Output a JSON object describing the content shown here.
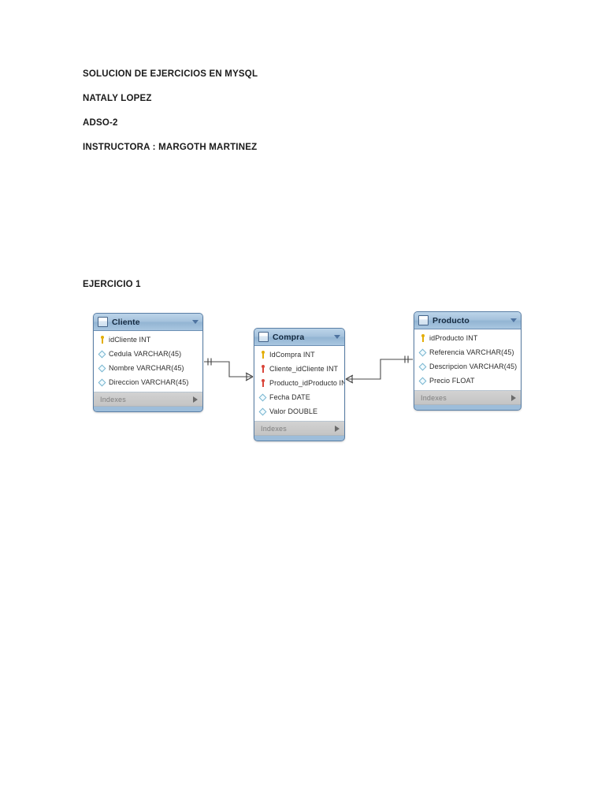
{
  "document": {
    "heading_lines": [
      "SOLUCION DE EJERCICIOS EN MYSQL",
      "NATALY LOPEZ",
      "ADSO-2",
      "INSTRUCTORA : MARGOTH MARTINEZ"
    ],
    "section_title": "EJERCICIO 1"
  },
  "colors": {
    "header_blue": "#a6c3dd",
    "header_border": "#5a7fa6",
    "body_white": "#ffffff",
    "indexes_gray": "#c4c4c4",
    "primary_key_gold": "#e3ae07",
    "foreign_key_red": "#d9463a",
    "column_diamond": "#77b5cf",
    "connector_line": "#4a4a4a"
  },
  "diagram": {
    "type": "eer-diagram",
    "tables": [
      {
        "name": "Cliente",
        "icon": "table-icon",
        "caret": "chevron-down-icon",
        "indexes_label": "Indexes",
        "indexes_arrow": "triangle-right-icon",
        "columns": [
          {
            "label": "idCliente INT",
            "glyph": "primary-key-icon",
            "glyph_color": "gold"
          },
          {
            "label": "Cedula VARCHAR(45)",
            "glyph": "column-icon",
            "glyph_color": "blue"
          },
          {
            "label": "Nombre VARCHAR(45)",
            "glyph": "column-icon",
            "glyph_color": "blue"
          },
          {
            "label": "Direccion VARCHAR(45)",
            "glyph": "column-icon",
            "glyph_color": "blue"
          }
        ]
      },
      {
        "name": "Compra",
        "icon": "table-icon",
        "caret": "chevron-down-icon",
        "indexes_label": "Indexes",
        "indexes_arrow": "triangle-right-icon",
        "columns": [
          {
            "label": "IdCompra INT",
            "glyph": "primary-key-icon",
            "glyph_color": "gold"
          },
          {
            "label": "Cliente_idCliente INT",
            "glyph": "foreign-key-icon",
            "glyph_color": "red"
          },
          {
            "label": "Producto_idProducto INT",
            "glyph": "foreign-key-icon",
            "glyph_color": "red"
          },
          {
            "label": "Fecha DATE",
            "glyph": "column-icon",
            "glyph_color": "blue"
          },
          {
            "label": "Valor DOUBLE",
            "glyph": "column-icon",
            "glyph_color": "blue"
          }
        ]
      },
      {
        "name": "Producto",
        "icon": "table-icon",
        "caret": "chevron-down-icon",
        "indexes_label": "Indexes",
        "indexes_arrow": "triangle-right-icon",
        "columns": [
          {
            "label": "idProducto INT",
            "glyph": "primary-key-icon",
            "glyph_color": "gold"
          },
          {
            "label": "Referencia VARCHAR(45)",
            "glyph": "column-icon",
            "glyph_color": "blue"
          },
          {
            "label": "Descripcion VARCHAR(45)",
            "glyph": "column-icon",
            "glyph_color": "blue"
          },
          {
            "label": "Precio FLOAT",
            "glyph": "column-icon",
            "glyph_color": "blue"
          }
        ]
      }
    ],
    "relationships": [
      {
        "from_table": "Cliente",
        "from_cardinality": "one",
        "to_table": "Compra",
        "to_cardinality": "many",
        "to_column": "Cliente_idCliente INT"
      },
      {
        "from_table": "Compra",
        "from_cardinality": "many",
        "from_column": "Producto_idProducto INT",
        "to_table": "Producto",
        "to_cardinality": "one"
      }
    ]
  }
}
